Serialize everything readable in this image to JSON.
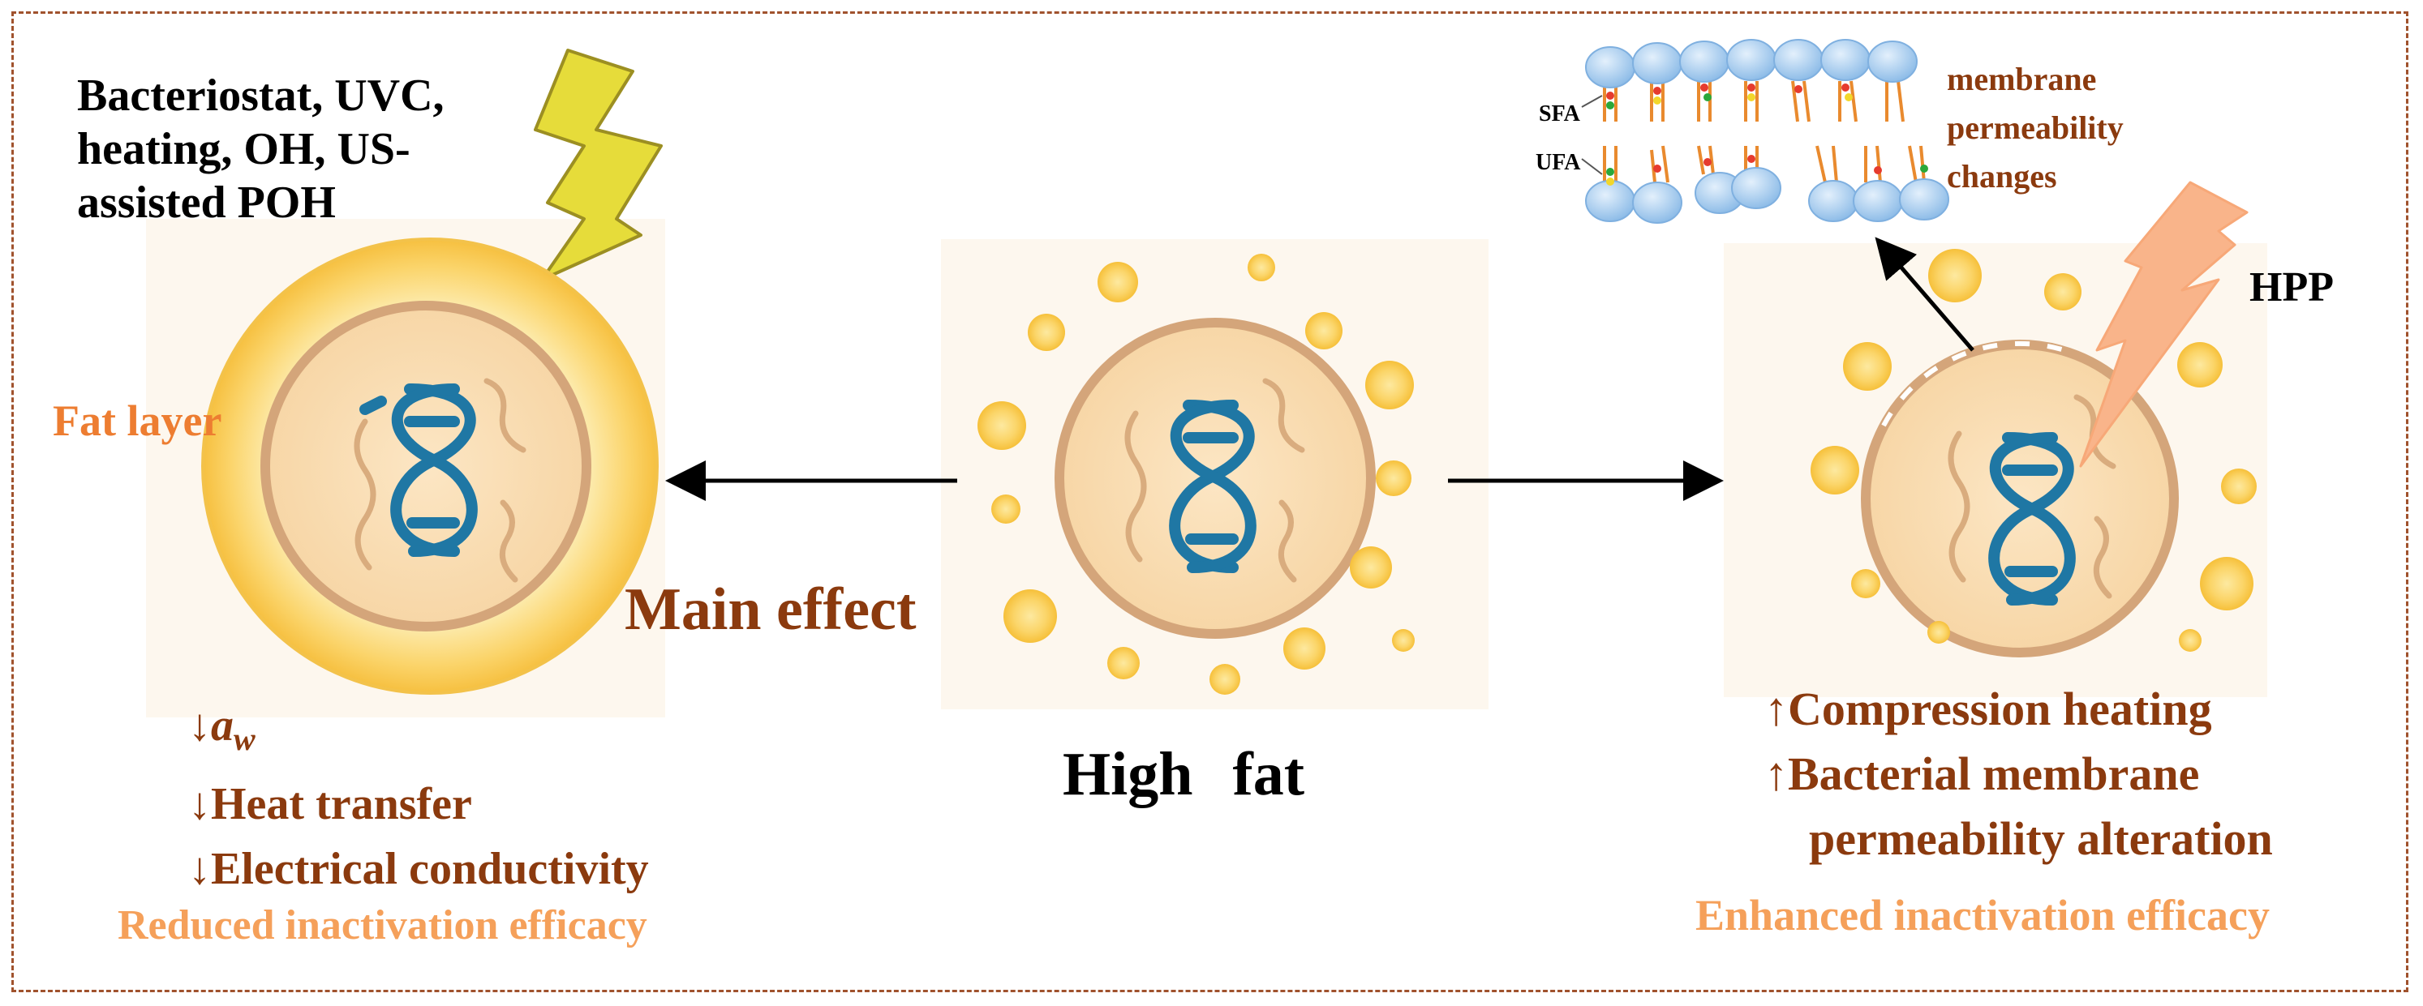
{
  "left_panel": {
    "treatments_lines": [
      "Bacteriostat, UVC,",
      "heating, OH, US-",
      "assisted POH"
    ],
    "fat_layer_label": "Fat layer",
    "effects": {
      "aw_arrow": "↓",
      "aw_symbol": "a",
      "aw_subscript": "w",
      "heat_transfer": "↓Heat transfer",
      "electrical_conductivity": "↓Electrical conductivity"
    },
    "outcome": "Reduced inactivation efficacy"
  },
  "center": {
    "main_effect_label": "Main effect",
    "high_fat_label": "High fat"
  },
  "right_panel": {
    "membrane_label_lines": [
      "membrane",
      "permeability",
      "changes"
    ],
    "sfa_label": "SFA",
    "ufa_label": "UFA",
    "hpp_label": "HPP",
    "effects": {
      "compression_heating": "↑Compression heating",
      "membrane_line1": "↑Bacterial membrane",
      "membrane_line2": "permeability alteration"
    },
    "outcome": "Enhanced inactivation efficacy"
  },
  "colors": {
    "frame_border": "#a0522d",
    "dark_brown_text": "#8b3a0e",
    "orange_text": "#ed7d31",
    "light_orange_text": "#f5a05a",
    "dna_blue": "#1f77a4",
    "fat_yellow": "#f9c84a",
    "cell_fill": "#f8dcb0",
    "cell_border": "#d9a874",
    "lightning_yellow": "#e6dc3a",
    "lightning_peach": "#f9b48a",
    "membrane_head": "#aecff0"
  }
}
